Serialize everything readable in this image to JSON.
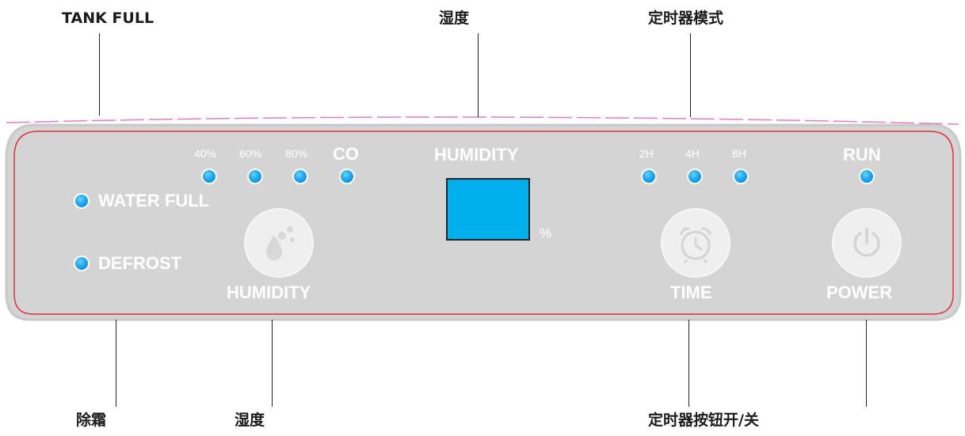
{
  "callouts": {
    "top_left": "TANK FULL",
    "top_center": "湿度",
    "top_right": "定时器模式",
    "bottom_1": "除霜",
    "bottom_2": "湿度",
    "bottom_3": "定时器按钮开/关"
  },
  "panel": {
    "humidity_levels": [
      "40%",
      "60%",
      "80%",
      "CO"
    ],
    "water_full": "WATER FULL",
    "defrost": "DEFROST",
    "humidity_button_label": "HUMIDITY",
    "display_title": "HUMIDITY",
    "display_unit": "%",
    "timer_levels": [
      "2H",
      "4H",
      "8H"
    ],
    "run": "RUN",
    "time_button_label": "TIME",
    "power_button_label": "POWER"
  },
  "colors": {
    "panel_fill": "#d4d4d4",
    "panel_outline": "#e0303a",
    "led": "#1ea7ee",
    "display": "#00b0ec",
    "label_text": "#ffffff",
    "top_edge_highlight": "#e879c4"
  },
  "icons": {
    "humidity_button": "water-droplets-icon",
    "time_button": "alarm-clock-icon",
    "power_button": "power-icon"
  }
}
